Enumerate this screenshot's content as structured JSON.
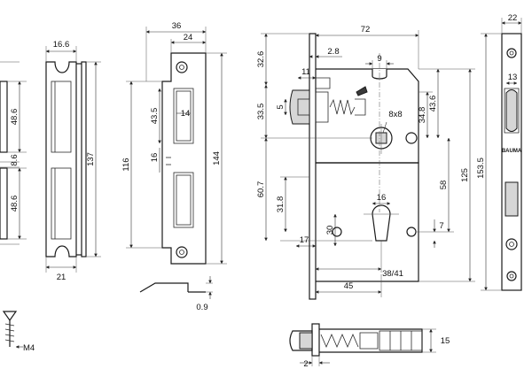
{
  "brand_mark": "BAUMA",
  "dimensions": {
    "view1": [
      "16.6",
      "48.6",
      "8.6",
      "48.6",
      "137",
      "21"
    ],
    "view2": [
      "36",
      "24",
      "43.5",
      "14",
      "116",
      "16",
      "144",
      "0.9"
    ],
    "view3": [
      "72",
      "2.8",
      "9",
      "32.6",
      "11",
      "33.5",
      "5",
      "8x8",
      "34.8",
      "43.6",
      "125",
      "60.7",
      "31.8",
      "58",
      "16",
      "30",
      "7",
      "17",
      "38/41",
      "45"
    ],
    "view4": [
      "22",
      "13",
      "153.5"
    ],
    "view5": [
      "15",
      "2"
    ],
    "fastener": [
      "M4"
    ]
  }
}
